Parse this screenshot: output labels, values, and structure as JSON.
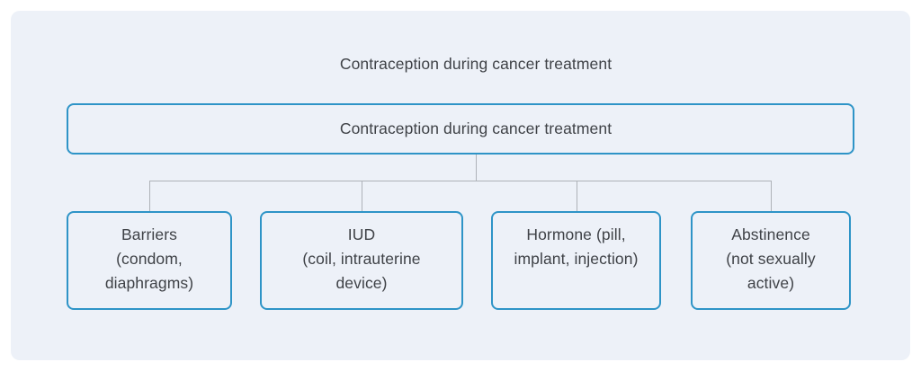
{
  "colors": {
    "page_bg": "#ffffff",
    "panel_bg": "#edf1f8",
    "node_border": "#2e94c7",
    "node_fill": "#edf1f8",
    "text": "#3f4247",
    "connector": "#aeb2b8"
  },
  "diagram": {
    "title": "Contraception during cancer treatment",
    "root": {
      "label": "Contraception during cancer treatment"
    },
    "children": [
      {
        "label": "Barriers\n(condom,\ndiaphragms)"
      },
      {
        "label": "IUD\n(coil, intrauterine\ndevice)"
      },
      {
        "label": "Hormone (pill,\nimplant, injection)"
      },
      {
        "label": "Abstinence\n(not sexually\nactive)"
      }
    ]
  }
}
